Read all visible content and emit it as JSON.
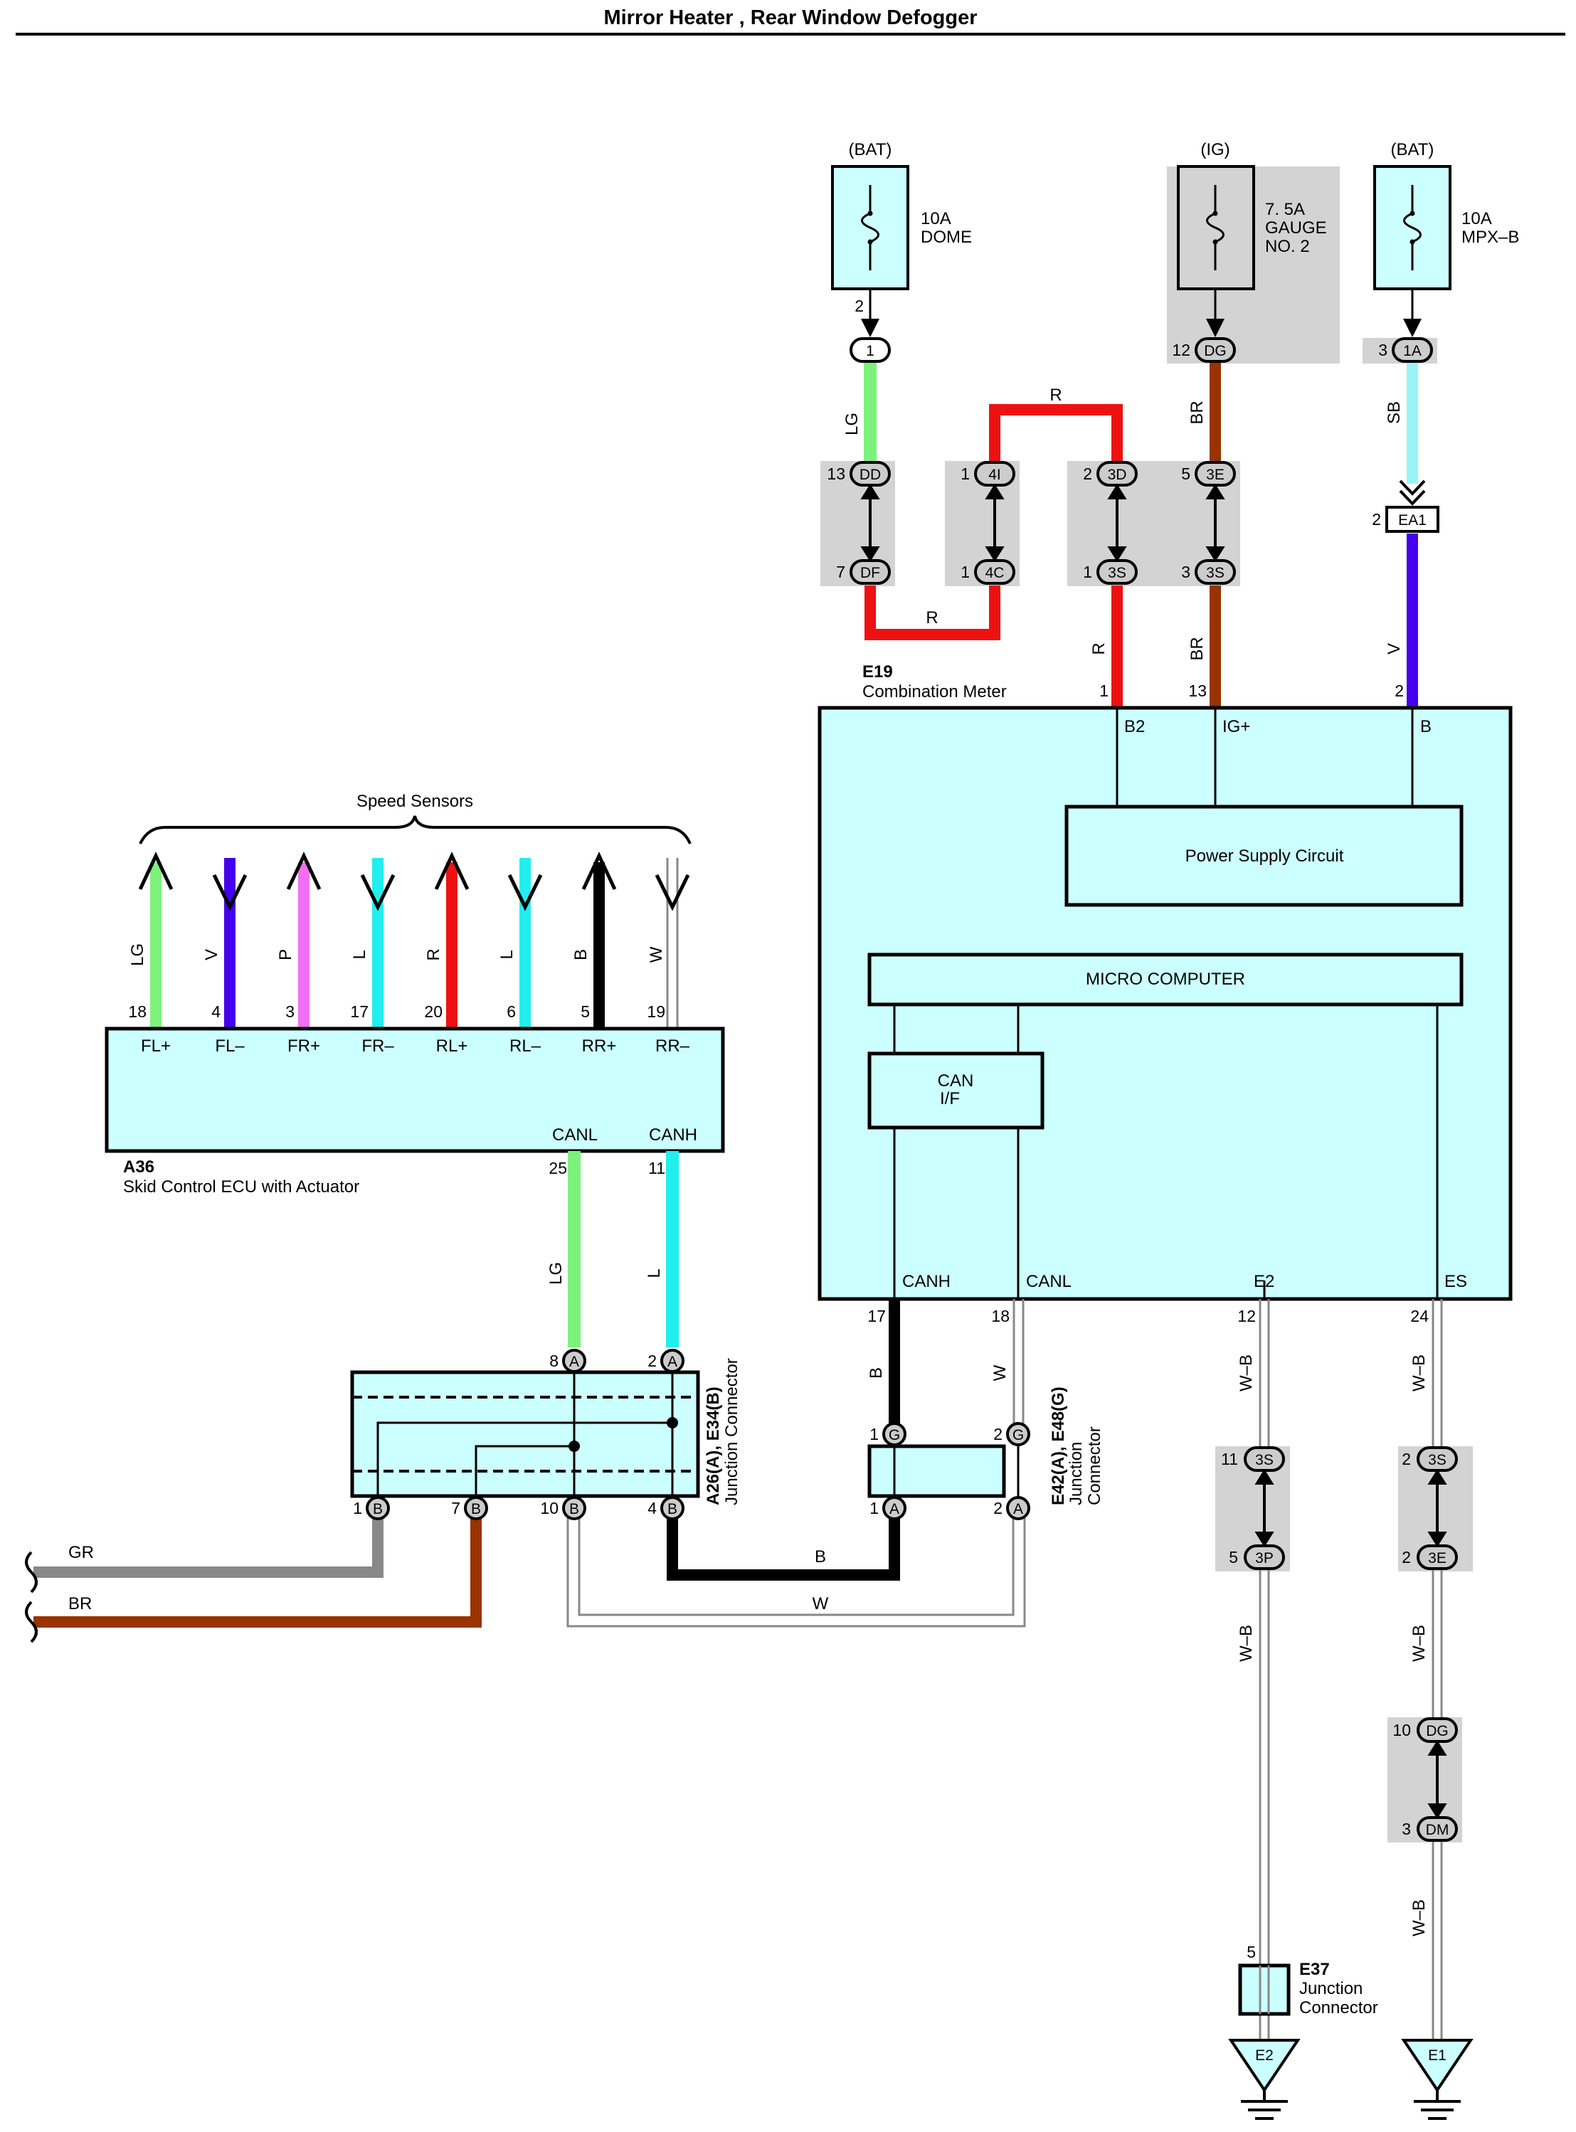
{
  "title": "Mirror Heater , Rear Window Defogger",
  "fuses": {
    "dome": {
      "source": "(BAT)",
      "rating": "10A",
      "name": "DOME"
    },
    "gauge": {
      "source": "(IG)",
      "rating": "7. 5A",
      "name_line1": "GAUGE",
      "name_line2": "NO. 2"
    },
    "mpx": {
      "source": "(BAT)",
      "rating": "10A",
      "name": "MPX–B"
    }
  },
  "connectors": {
    "c_1": "1",
    "c_dg_top": "DG",
    "c_1a": "1A",
    "c_dd": "DD",
    "c_df": "DF",
    "c_4i": "4I",
    "c_4c": "4C",
    "c_3d": "3D",
    "c_3s_a": "3S",
    "c_3e_top": "3E",
    "c_3s_b": "3S",
    "c_ea1": "EA1",
    "c_a8": "A",
    "c_a2": "A",
    "c_b1": "B",
    "c_b7": "B",
    "c_b10": "B",
    "c_b4": "B",
    "c_g1": "G",
    "c_g2": "G",
    "c_ea_1": "A",
    "c_ea_2": "A",
    "c_3s_11": "3S",
    "c_3p": "3P",
    "c_3s_2": "3S",
    "c_3e_2": "3E",
    "c_dg_10": "DG",
    "c_dm": "DM"
  },
  "pins": {
    "p_2_dome": "2",
    "p_12_dg": "12",
    "p_3_1a": "3",
    "p_13": "13",
    "p_7": "7",
    "p_1_4i": "1",
    "p_1_4c": "1",
    "p_2_3d": "2",
    "p_1_3s": "1",
    "p_5_3e": "5",
    "p_3_3s": "3",
    "p_2_ea1": "2",
    "p_b2": "1",
    "p_ig": "13",
    "p_b": "2",
    "p_18": "18",
    "p_4": "4",
    "p_3": "3",
    "p_17": "17",
    "p_20": "20",
    "p_6": "6",
    "p_5": "5",
    "p_19": "19",
    "p_25": "25",
    "p_11": "11",
    "p_a8": "8",
    "p_a2": "2",
    "p_b1": "1",
    "p_b7": "7",
    "p_b10": "10",
    "p_b4": "4",
    "p_canh17": "17",
    "p_canl18": "18",
    "p_g1": "1",
    "p_g2": "2",
    "p_ea1": "1",
    "p_ea2": "2",
    "p_e2_12": "12",
    "p_es_24": "24",
    "p_11_3s": "11",
    "p_5_3p": "5",
    "p_2_3s": "2",
    "p_2_3e": "2",
    "p_10_dg": "10",
    "p_3_dm": "3",
    "p_5_e37": "5"
  },
  "wire_colors": {
    "w_dome": "LG",
    "w_red_top": "R",
    "w_red_bottom": "R",
    "w_red_meter": "R",
    "w_br_gauge": "BR",
    "w_br_meter": "BR",
    "w_sb": "SB",
    "w_v": "V",
    "w_s1": "LG",
    "w_s2": "V",
    "w_s3": "P",
    "w_s4": "L",
    "w_s5": "R",
    "w_s6": "L",
    "w_s7": "B",
    "w_s8": "W",
    "w_canl_ecu": "LG",
    "w_canh_ecu": "L",
    "w_b_canh": "B",
    "w_w_canl": "W",
    "w_b_bottom": "B",
    "w_w_bottom": "W",
    "w_gr": "GR",
    "w_br_left": "BR",
    "w_wb1": "W–B",
    "w_wb2": "W–B",
    "w_wb3": "W–B",
    "w_wb4": "W–B",
    "w_wb5": "W–B"
  },
  "meter": {
    "code": "E19",
    "name": "Combination Meter",
    "t_b2": "B2",
    "t_ig": "IG+",
    "t_b": "B",
    "psu": "Power Supply Circuit",
    "mcu": "MICRO COMPUTER",
    "can_line1": "CAN",
    "can_line2": "I/F",
    "t_canh": "CANH",
    "t_canl": "CANL",
    "t_e2": "E2",
    "t_es": "ES"
  },
  "ecu": {
    "code": "A36",
    "name": "Skid Control ECU with Actuator",
    "speed_sensors": "Speed Sensors",
    "terminals": [
      "FL+",
      "FL–",
      "FR+",
      "FR–",
      "RL+",
      "RL–",
      "RR+",
      "RR–"
    ],
    "t_canl": "CANL",
    "t_canh": "CANH"
  },
  "jc1": {
    "code": "A26(A), E34(B)",
    "name": "Junction Connector"
  },
  "jc2": {
    "code": "E42(A), E48(G)",
    "name_line1": "Junction",
    "name_line2": "Connector"
  },
  "e37": {
    "code": "E37",
    "name_line1": "Junction",
    "name_line2": "Connector"
  },
  "grounds": {
    "g1": "E2",
    "g2": "E1"
  },
  "colors": {
    "LG": "#7cf27c",
    "V": "#4400ee",
    "P": "#f26ef2",
    "L": "#22eeee",
    "R": "#ee1111",
    "B": "#000000",
    "BR": "#993300",
    "SB": "#99f5f5",
    "GR": "#888888",
    "box": "#ccffff",
    "shade": "#d3d3d3",
    "conn": "#cccccc"
  }
}
